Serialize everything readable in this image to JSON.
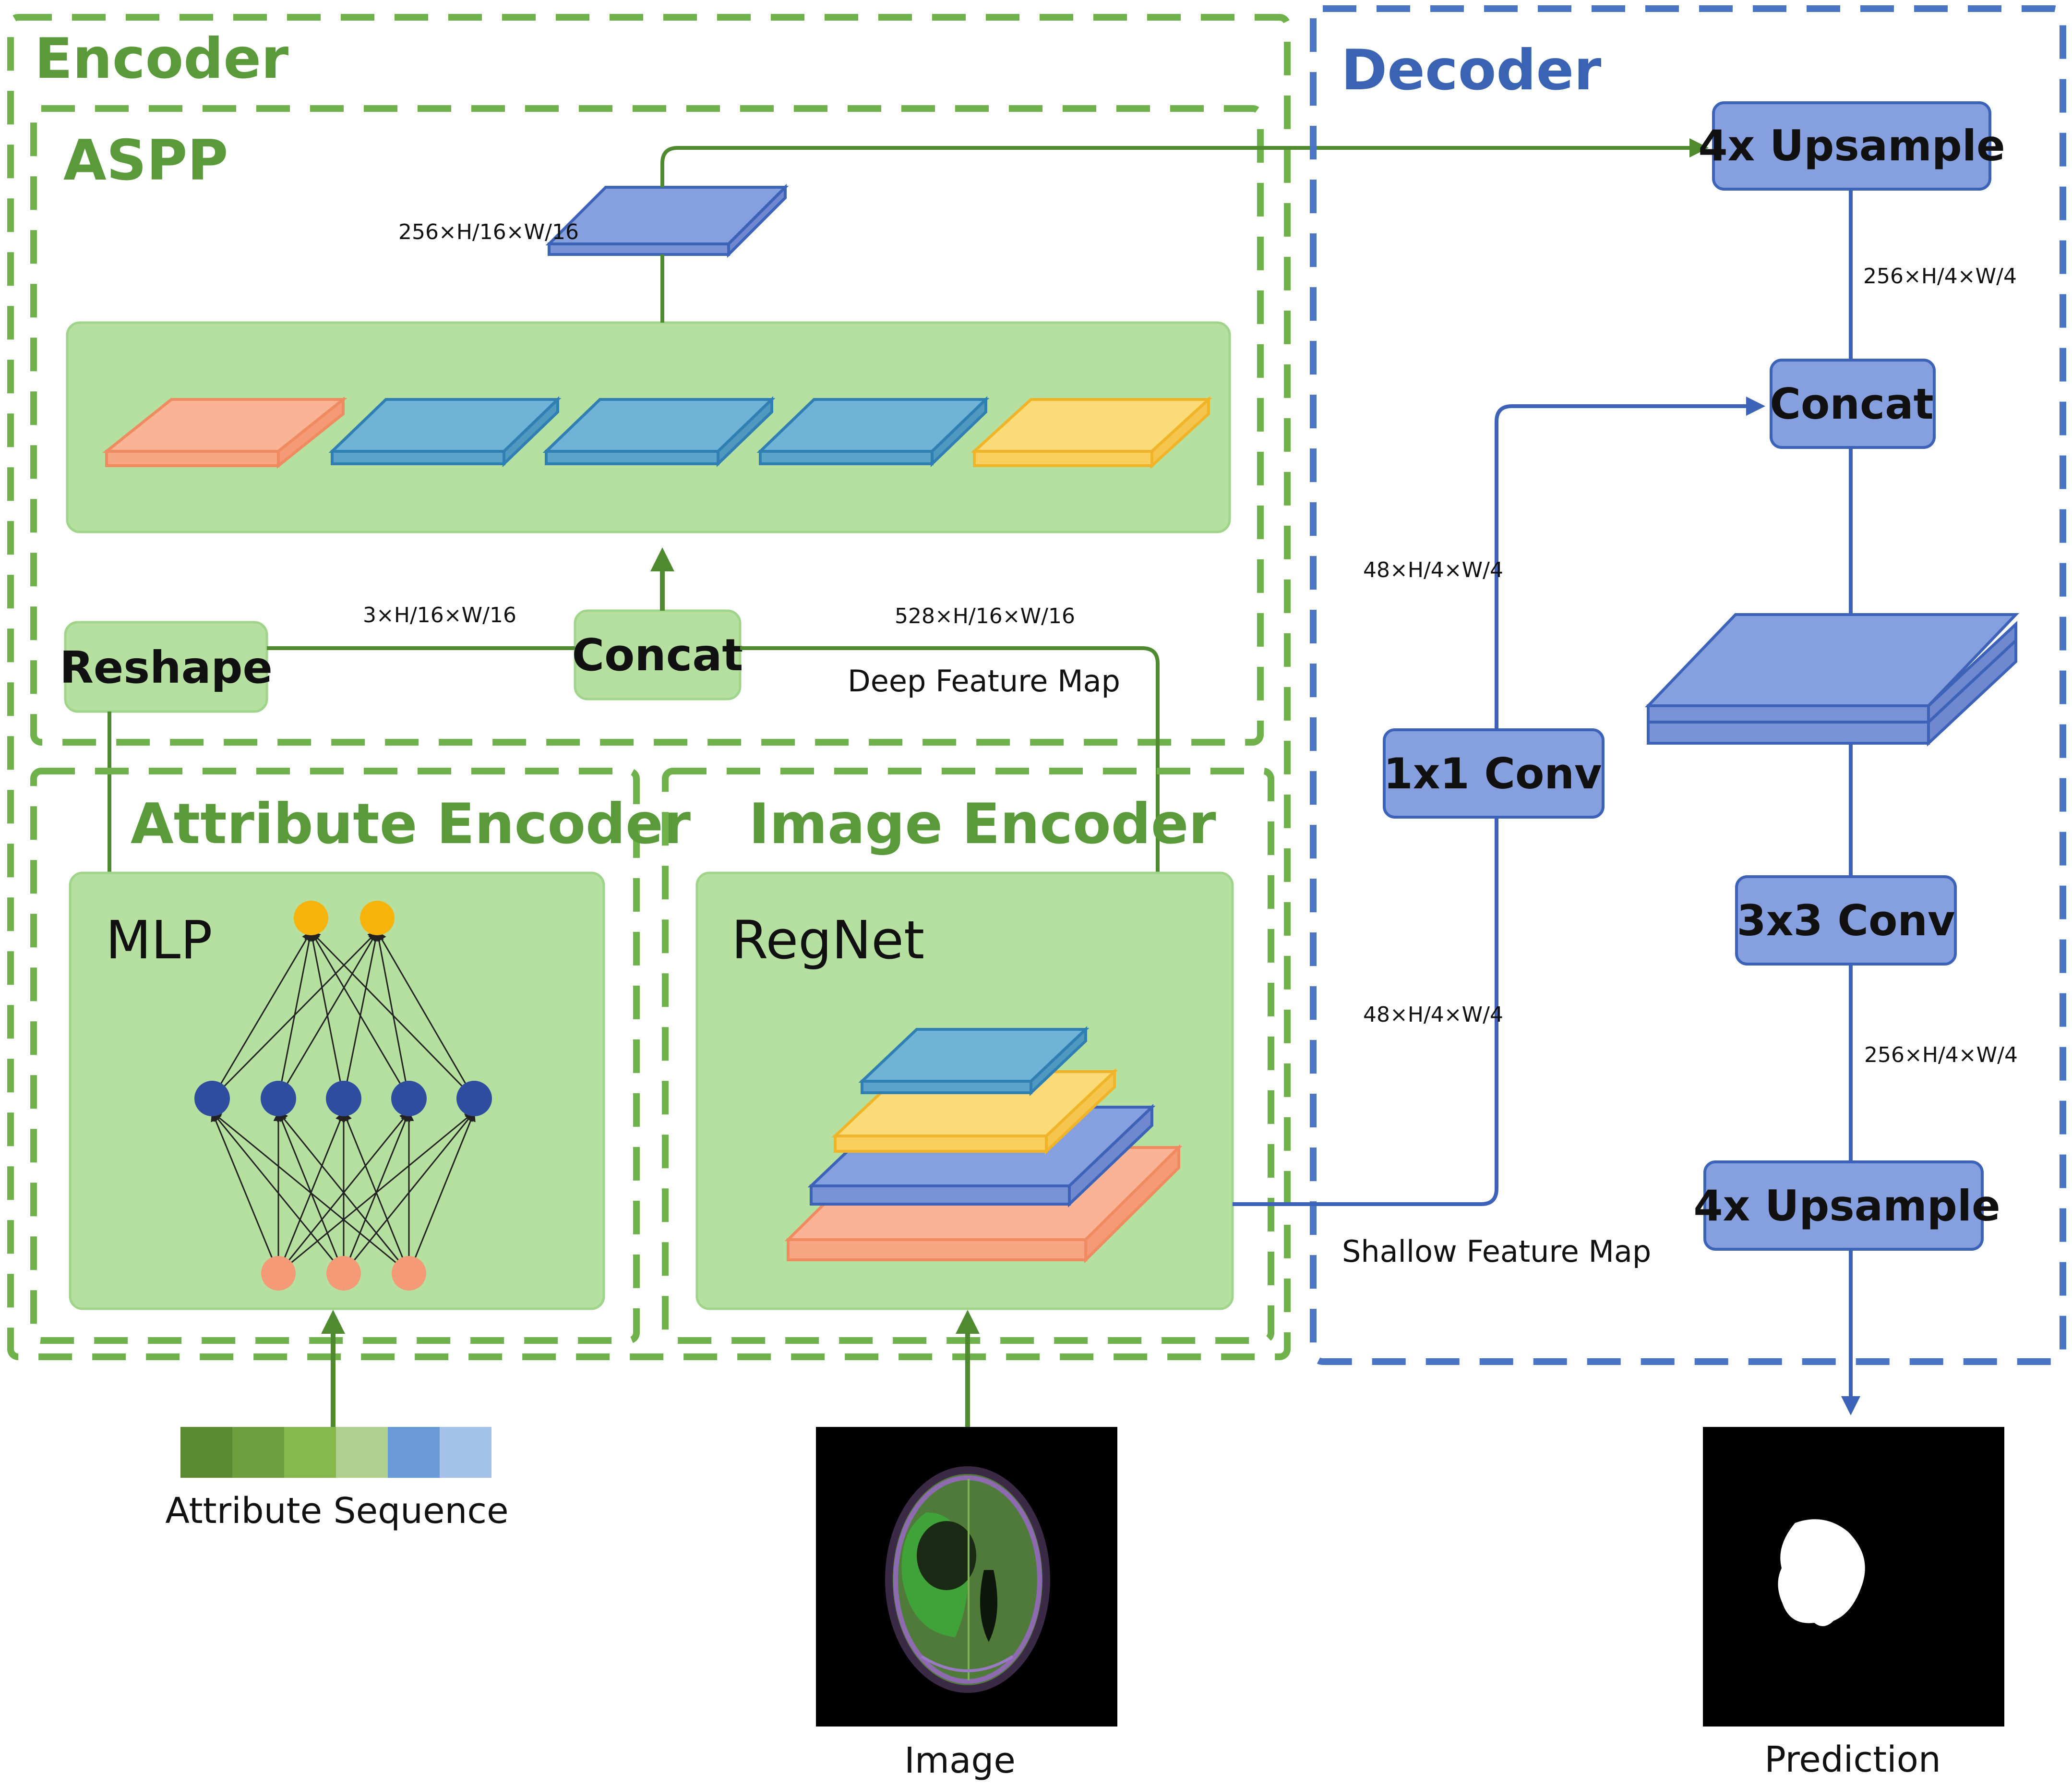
{
  "encoder": {
    "title": "Encoder",
    "aspp": {
      "title": "ASPP",
      "output_dim": "256×H/16×W/16",
      "concat_label": "Concat",
      "reshape_label": "Reshape",
      "attr_dim": "3×H/16×W/16",
      "deep_dim": "528×H/16×W/16",
      "deep_feature_label": "Deep Feature Map"
    },
    "attribute_encoder": {
      "title": "Attribute Encoder",
      "mlp_label": "MLP"
    },
    "image_encoder": {
      "title": "Image Encoder",
      "regnet_label": "RegNet"
    }
  },
  "decoder": {
    "title": "Decoder",
    "upsample_top_label": "4x Upsample",
    "upsample_top_dim": "256×H/4×W/4",
    "concat_label": "Concat",
    "conv1x1_label": "1x1 Conv",
    "conv1x1_dim_top": "48×H/4×W/4",
    "conv1x1_dim_bottom": "48×H/4×W/4",
    "conv3x3_label": "3x3 Conv",
    "conv3x3_dim": "256×H/4×W/4",
    "upsample_bottom_label": "4x Upsample",
    "shallow_feature_label": "Shallow Feature Map"
  },
  "inputs": {
    "attribute_sequence_label": "Attribute Sequence",
    "attribute_colors": [
      "#5b8a33",
      "#6e9e3d",
      "#86b84e",
      "#afd08e",
      "#6a9ad8",
      "#a5c3ea"
    ],
    "image_label": "Image"
  },
  "output": {
    "prediction_label": "Prediction"
  },
  "colors": {
    "encoder_green": "#6fb14a",
    "decoder_blue": "#4a74c4",
    "panel_green": "#b6e0a0",
    "block_blue": "#869fde",
    "salmon": "#f9b496",
    "cyan": "#6fb4d6",
    "yellow": "#fbdb77",
    "arrow_green": "#4f8a30",
    "arrow_blue": "#3c63b8"
  }
}
